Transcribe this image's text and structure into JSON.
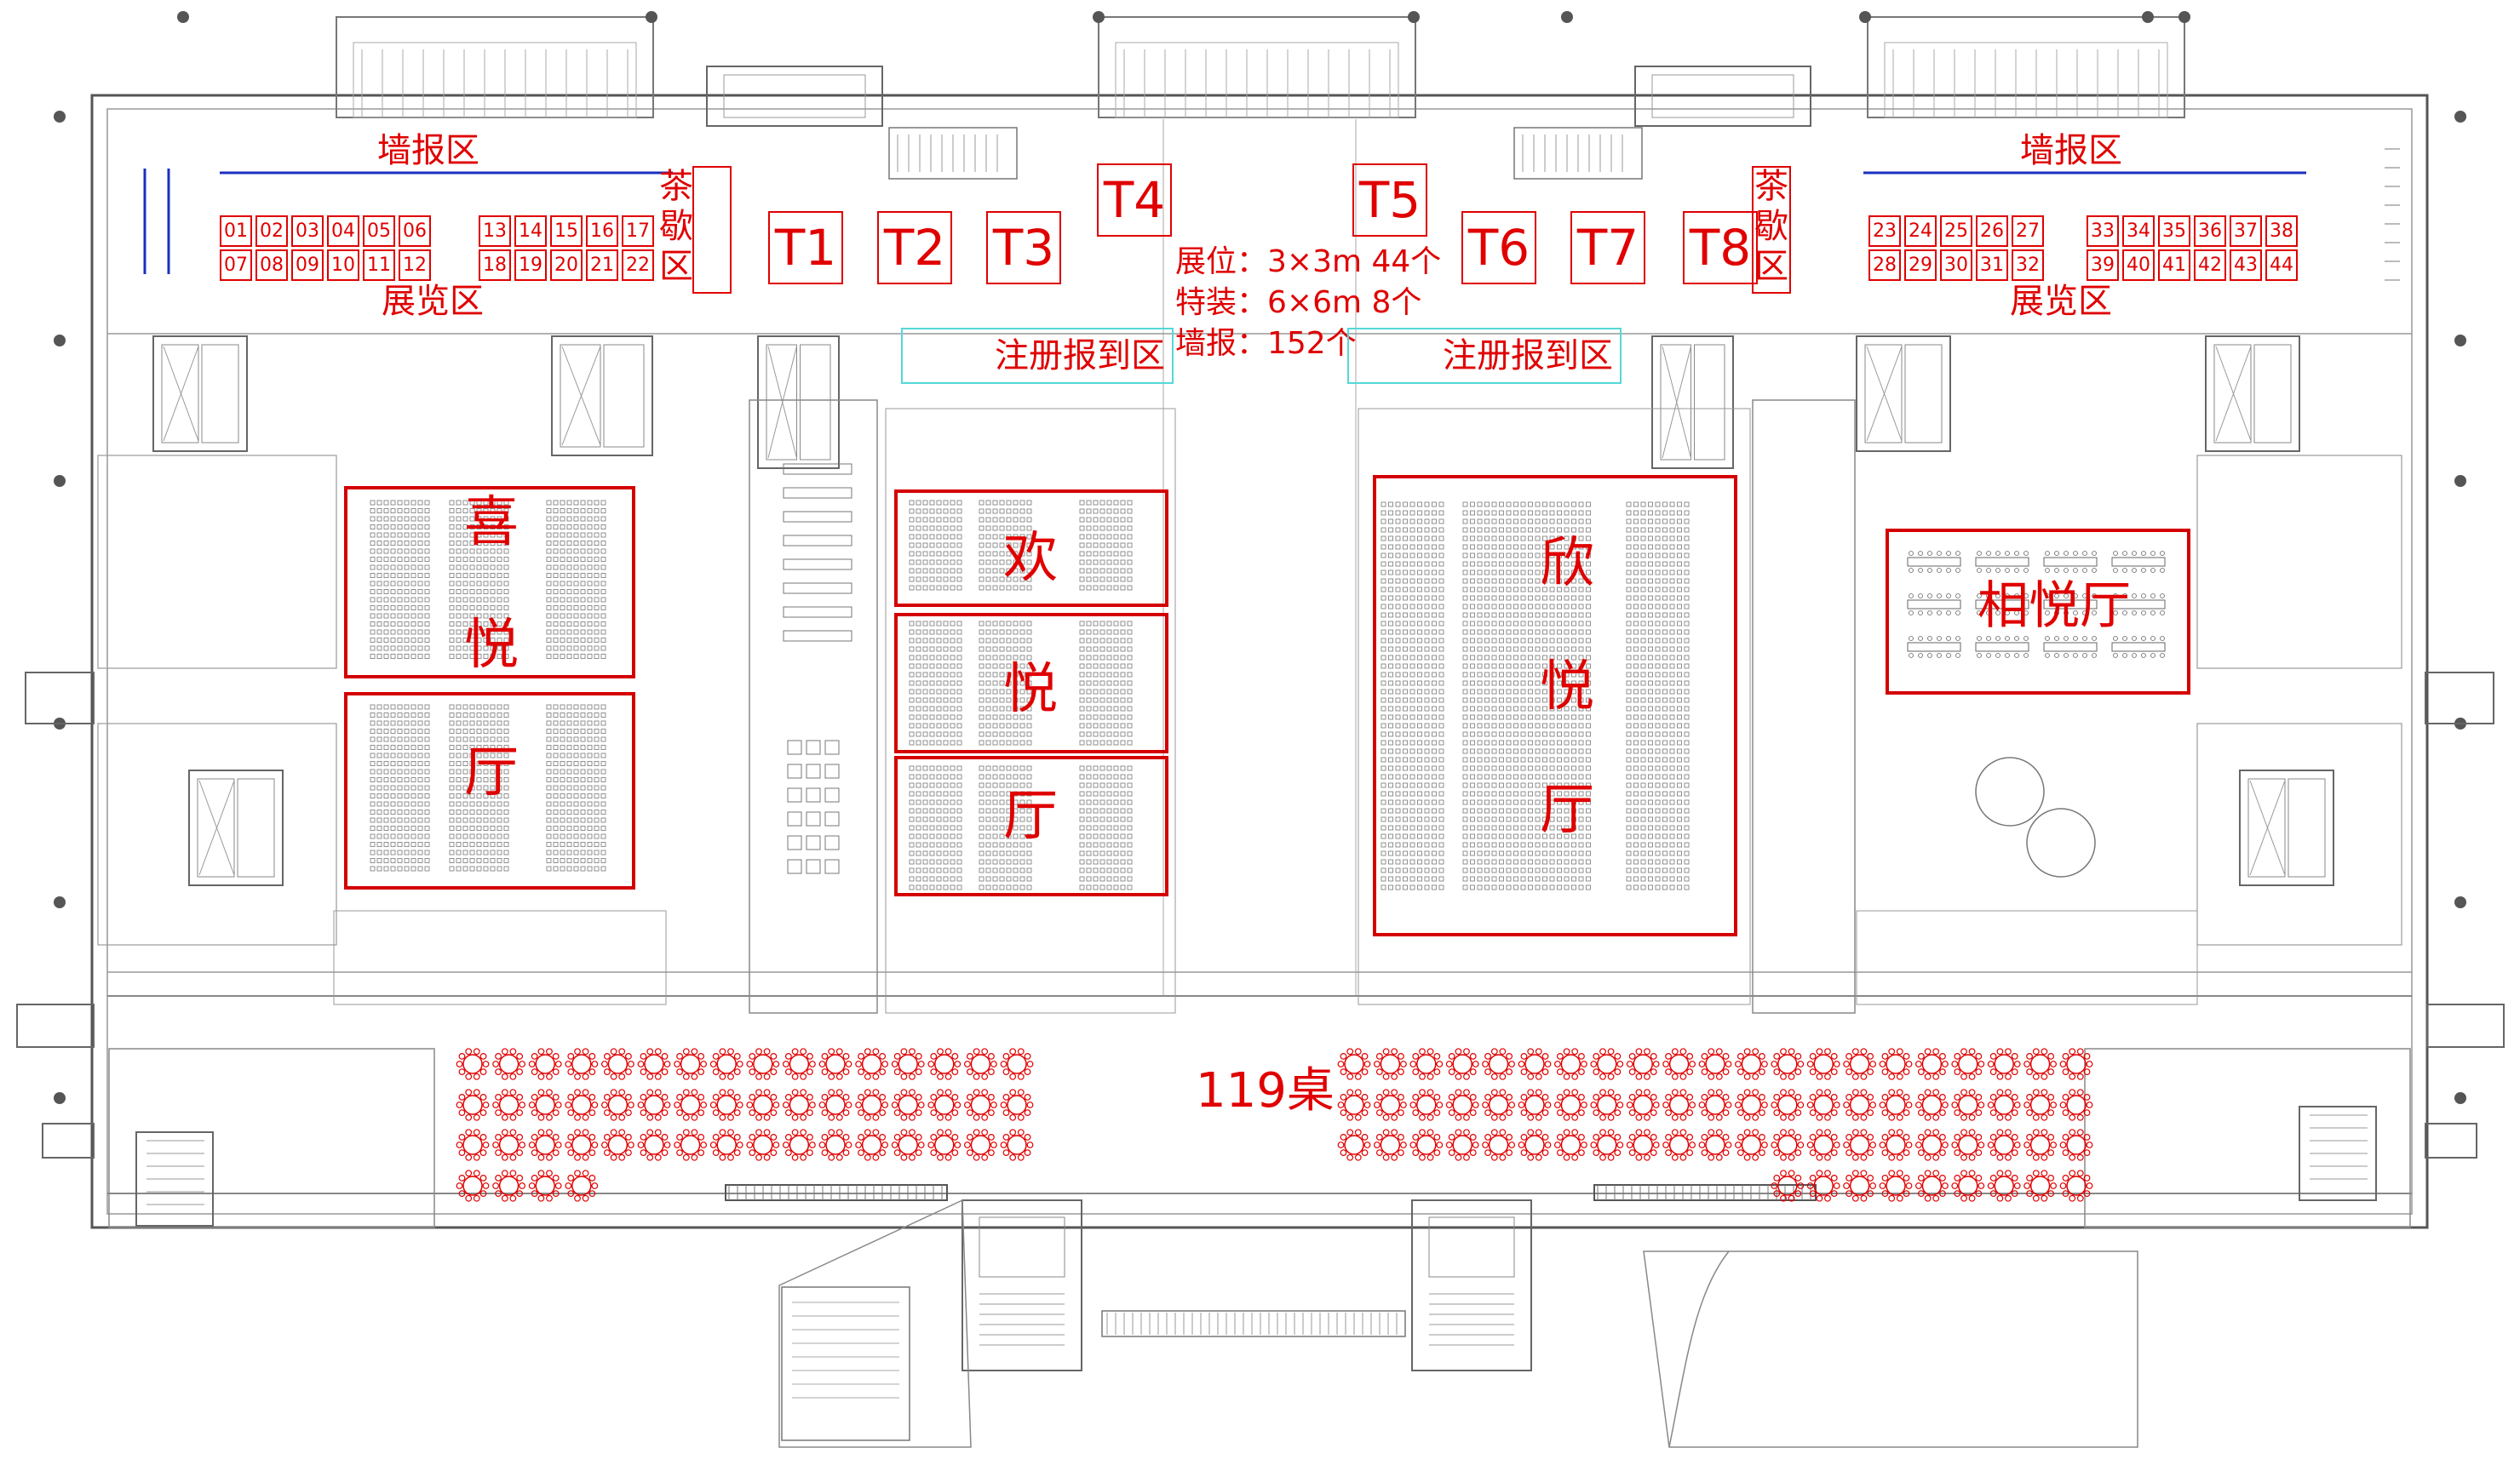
{
  "plan": {
    "wall_news_left": "墙报区",
    "wall_news_right": "墙报区",
    "exhibit_left": "展览区",
    "exhibit_right": "展览区",
    "tea_left": [
      "茶",
      "歇",
      "区"
    ],
    "tea_right": [
      "茶",
      "歇",
      "区"
    ],
    "booths_left_row1": [
      "01",
      "02",
      "03",
      "04",
      "05",
      "06",
      "13",
      "14",
      "15",
      "16",
      "17"
    ],
    "booths_left_row2": [
      "07",
      "08",
      "09",
      "10",
      "11",
      "12",
      "18",
      "19",
      "20",
      "21",
      "22"
    ],
    "booths_right_row1": [
      "23",
      "24",
      "25",
      "26",
      "27",
      "33",
      "34",
      "35",
      "36",
      "37",
      "38"
    ],
    "booths_right_row2": [
      "28",
      "29",
      "30",
      "31",
      "32",
      "39",
      "40",
      "41",
      "42",
      "43",
      "44"
    ],
    "specials": [
      "T1",
      "T2",
      "T3",
      "T4",
      "T5",
      "T6",
      "T7",
      "T8"
    ],
    "info_lines": [
      "展位：3×3m 44个",
      "特装：6×6m 8个",
      "墙报：152个"
    ],
    "registration_left": "注册报到区",
    "registration_right": "注册报到区",
    "hall_xiyue": [
      "喜",
      "悦",
      "厅"
    ],
    "hall_huanyue": [
      "欢",
      "悦",
      "厅"
    ],
    "hall_xinyue": [
      "欣",
      "悦",
      "厅"
    ],
    "hall_xiangyue": "相悦厅",
    "banquet_tables": "119桌",
    "accent_color": "#e00000",
    "wall_line_color": "#1a2fbf",
    "registration_border_color": "#55d8d8"
  }
}
